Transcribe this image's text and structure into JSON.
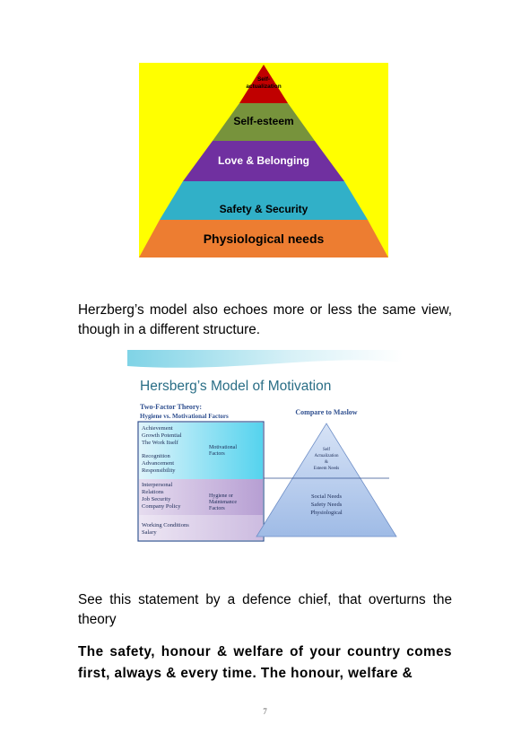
{
  "maslow_figure": {
    "levels": [
      {
        "label": "Self-\nactualization",
        "color": "#c00000"
      },
      {
        "label": "Self-esteem",
        "color": "#77933c"
      },
      {
        "label": "Love & Belonging",
        "color": "#7030a0"
      },
      {
        "label": "Safety & Security",
        "color": "#31b0c8"
      },
      {
        "label": "Physiological needs",
        "color": "#ed7d31"
      }
    ],
    "background": "#ffff00"
  },
  "paragraph1": "Herzberg’s model also echoes more or less the same view, though in a different structure.",
  "herzberg_slide": {
    "title": "Hersberg’s Model of Motivation",
    "left_heading": "Two-Factor Theory:",
    "left_subheading": "Hygiene vs. Motivational Factors",
    "motivational_items": [
      "Achievement",
      "Growth Potential",
      "The Work Itself",
      "Recognition",
      "Advancement",
      "Responsibility"
    ],
    "motivational_label": "Motivational Factors",
    "hygiene_items": [
      "Interpersonal",
      "Relations",
      "Job Security",
      "Company Policy",
      "Working Conditions",
      "Salary"
    ],
    "hygiene_label": "Hygiene or Maintenance Factors",
    "right_heading": "Compare to Maslow",
    "pyramid_top_lines": [
      "Self",
      "Actualization",
      "&",
      "Esteem Needs"
    ],
    "pyramid_bottom_lines": [
      "Social Needs",
      "Safety Needs",
      "Physiological"
    ]
  },
  "paragraph2": "See this statement by a defence chief, that overturns the theory",
  "paragraph3": "The safety, honour & welfare of your country comes first, always & every time. The honour, welfare &",
  "page_number": "7"
}
